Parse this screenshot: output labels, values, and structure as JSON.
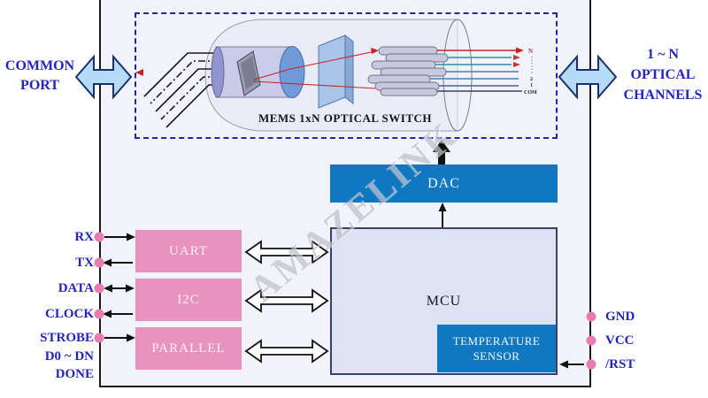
{
  "watermark": "AMAZELINK",
  "ports": {
    "common": {
      "line1": "COMMON",
      "line2": "PORT"
    },
    "channels": {
      "line1": "1 ~ N",
      "line2": "OPTICAL",
      "line3": "CHANNELS"
    }
  },
  "optical_switch": {
    "label": "MEMS 1xN OPTICAL SWITCH",
    "channel_labels": {
      "top": "N",
      "mid": "2",
      "low": "1",
      "com": "COM"
    }
  },
  "blocks": {
    "dac": {
      "label": "DAC"
    },
    "mcu": {
      "label": "MCU"
    },
    "temperature_sensor": {
      "line1": "TEMPERATURE",
      "line2": "SENSOR"
    },
    "uart": {
      "label": "UART"
    },
    "i2c": {
      "label": "I2C"
    },
    "parallel": {
      "label": "PARALLEL"
    }
  },
  "left_pins": [
    {
      "label": "RX",
      "direction": "in"
    },
    {
      "label": "TX",
      "direction": "out"
    },
    {
      "label": "DATA",
      "direction": "bidir"
    },
    {
      "label": "CLOCK",
      "direction": "out"
    },
    {
      "label": "STROBE",
      "direction": "in"
    },
    {
      "label": "D0 ~ DN",
      "direction": "none"
    },
    {
      "label": "DONE",
      "direction": "none"
    }
  ],
  "right_pins": [
    {
      "label": "GND",
      "direction": "none"
    },
    {
      "label": "VCC",
      "direction": "none"
    },
    {
      "label": "/RST",
      "direction": "in"
    }
  ],
  "colors": {
    "accent_blue": "#1078c0",
    "interface_pink": "#e893be",
    "pin_dot_pink": "#e87cb2",
    "label_blue": "#2424c0",
    "dash_border_blue": "#2323ab",
    "port_arrow_fill": "#b5dcf7",
    "laser_red": "#cc2222"
  }
}
